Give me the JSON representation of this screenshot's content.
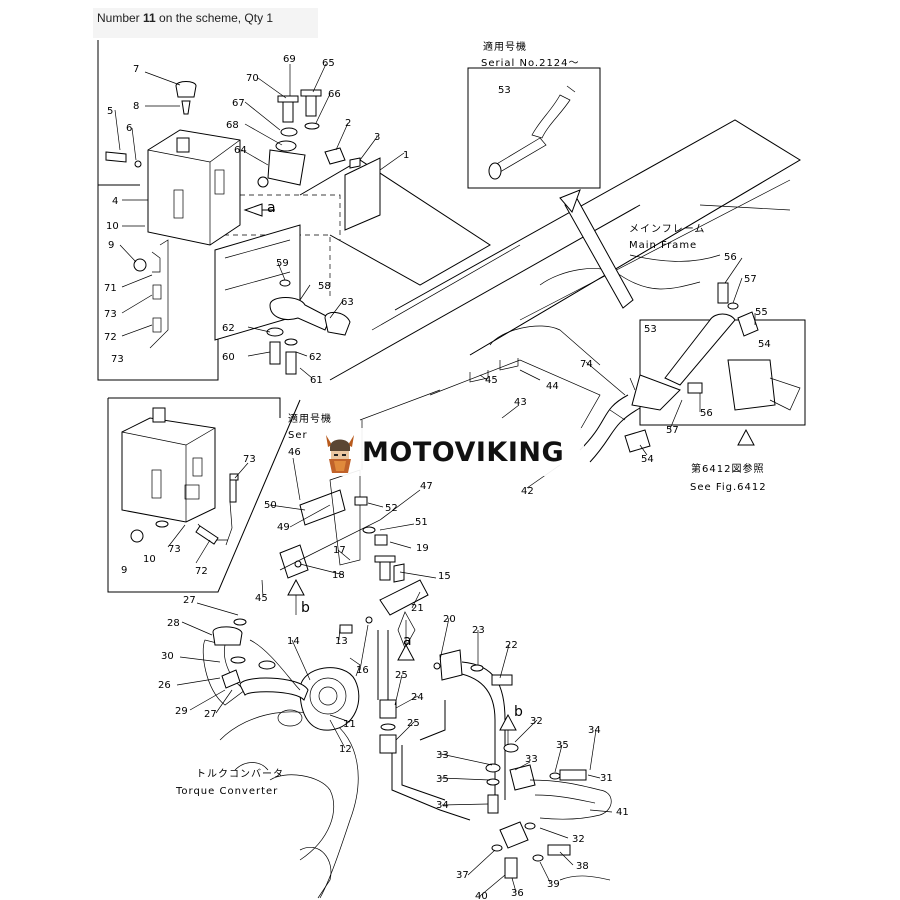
{
  "caption": {
    "prefix": "Number ",
    "number": "11",
    "suffix": " on the scheme, Qty 1"
  },
  "watermark": {
    "brand": "MOTOVIKING",
    "logo_icon": "viking-head-icon"
  },
  "labels": {
    "serial_jp": "適用号機",
    "serial_en": "Serial No.2124〜",
    "main_frame_jp": "メインフレーム",
    "main_frame_en": "Main Frame",
    "see_fig_jp": "第6412図参照",
    "see_fig_en": "See Fig.6412",
    "torque_jp": "トルクコンバータ",
    "torque_en": "Torque Converter",
    "inset_jp": "適用号機",
    "inset_en": "Ser",
    "arrow_a": "a",
    "arrow_b": "b"
  },
  "part_numbers": [
    {
      "n": "7"
    },
    {
      "n": "8"
    },
    {
      "n": "5"
    },
    {
      "n": "6"
    },
    {
      "n": "4"
    },
    {
      "n": "10"
    },
    {
      "n": "9"
    },
    {
      "n": "71"
    },
    {
      "n": "73"
    },
    {
      "n": "72"
    },
    {
      "n": "73"
    },
    {
      "n": "70"
    },
    {
      "n": "67"
    },
    {
      "n": "68"
    },
    {
      "n": "64"
    },
    {
      "n": "69"
    },
    {
      "n": "65"
    },
    {
      "n": "66"
    },
    {
      "n": "2"
    },
    {
      "n": "3"
    },
    {
      "n": "1"
    },
    {
      "n": "59"
    },
    {
      "n": "58"
    },
    {
      "n": "63"
    },
    {
      "n": "62"
    },
    {
      "n": "60"
    },
    {
      "n": "62"
    },
    {
      "n": "61"
    },
    {
      "n": "53"
    },
    {
      "n": "56"
    },
    {
      "n": "57"
    },
    {
      "n": "55"
    },
    {
      "n": "54"
    },
    {
      "n": "53"
    },
    {
      "n": "57"
    },
    {
      "n": "56"
    },
    {
      "n": "54"
    },
    {
      "n": "74"
    },
    {
      "n": "44"
    },
    {
      "n": "45"
    },
    {
      "n": "43"
    },
    {
      "n": "42"
    },
    {
      "n": "46"
    },
    {
      "n": "47"
    },
    {
      "n": "73"
    },
    {
      "n": "50"
    },
    {
      "n": "49"
    },
    {
      "n": "52"
    },
    {
      "n": "51"
    },
    {
      "n": "17"
    },
    {
      "n": "19"
    },
    {
      "n": "18"
    },
    {
      "n": "15"
    },
    {
      "n": "9"
    },
    {
      "n": "10"
    },
    {
      "n": "73"
    },
    {
      "n": "72"
    },
    {
      "n": "27"
    },
    {
      "n": "45"
    },
    {
      "n": "21"
    },
    {
      "n": "14"
    },
    {
      "n": "13"
    },
    {
      "n": "16"
    },
    {
      "n": "20"
    },
    {
      "n": "23"
    },
    {
      "n": "22"
    },
    {
      "n": "28"
    },
    {
      "n": "30"
    },
    {
      "n": "26"
    },
    {
      "n": "29"
    },
    {
      "n": "27"
    },
    {
      "n": "25"
    },
    {
      "n": "24"
    },
    {
      "n": "25"
    },
    {
      "n": "11"
    },
    {
      "n": "12"
    },
    {
      "n": "32"
    },
    {
      "n": "34"
    },
    {
      "n": "33"
    },
    {
      "n": "35"
    },
    {
      "n": "33"
    },
    {
      "n": "35"
    },
    {
      "n": "31"
    },
    {
      "n": "34"
    },
    {
      "n": "41"
    },
    {
      "n": "32"
    },
    {
      "n": "38"
    },
    {
      "n": "37"
    },
    {
      "n": "39"
    },
    {
      "n": "40"
    },
    {
      "n": "36"
    }
  ]
}
